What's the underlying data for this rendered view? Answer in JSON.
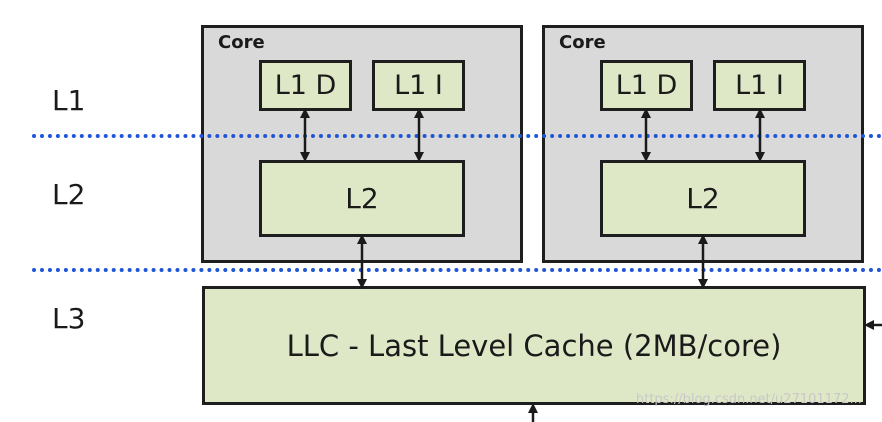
{
  "levels": {
    "l1": "L1",
    "l2": "L2",
    "l3": "L3"
  },
  "cores": [
    {
      "title": "Core",
      "l1d": "L1 D",
      "l1i": "L1 I",
      "l2": "L2"
    },
    {
      "title": "Core",
      "l1d": "L1 D",
      "l1i": "L1 I",
      "l2": "L2"
    }
  ],
  "llc": {
    "label": "LLC - Last Level Cache (2MB/core)"
  },
  "colors": {
    "core_fill": "#d9d9d9",
    "cache_fill": "#dfe8c6",
    "divider": "#1f56d9",
    "border": "#1e1e1e"
  },
  "watermark": "https://blog.csdn.net/u27101172..."
}
